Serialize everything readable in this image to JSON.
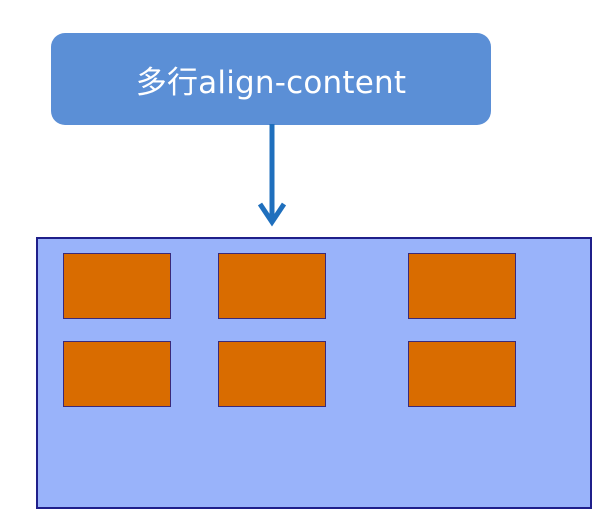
{
  "diagram": {
    "title_label": "多行align-content",
    "colors": {
      "title_bg": "#5b8fd6",
      "arrow": "#1f6fbd",
      "container_bg": "#99b3fa",
      "container_border": "#1f1f8a",
      "item_bg": "#d96c00"
    },
    "items": [
      {
        "row": 1,
        "col": 1
      },
      {
        "row": 1,
        "col": 2
      },
      {
        "row": 1,
        "col": 3
      },
      {
        "row": 2,
        "col": 1
      },
      {
        "row": 2,
        "col": 2
      },
      {
        "row": 2,
        "col": 3
      }
    ]
  }
}
